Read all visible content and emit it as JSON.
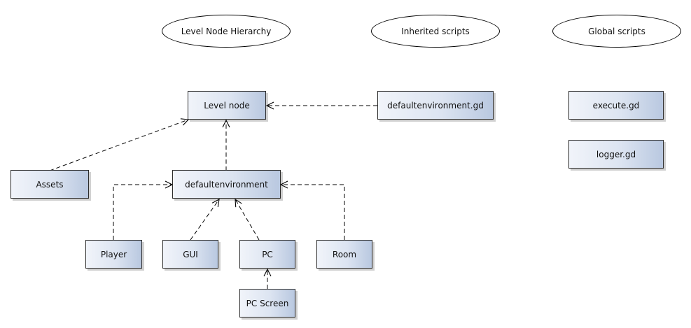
{
  "headers": {
    "level_hierarchy": "Level Node Hierarchy",
    "inherited": "Inherited scripts",
    "global": "Global scripts"
  },
  "nodes": {
    "level_node": "Level node",
    "defaultenv_gd": "defaultenvironment.gd",
    "execute_gd": "execute.gd",
    "logger_gd": "logger.gd",
    "assets": "Assets",
    "defaultenvironment": "defaultenvironment",
    "player": "Player",
    "gui": "GUI",
    "pc": "PC",
    "room": "Room",
    "pc_screen": "PC Screen"
  },
  "colors": {
    "box_light": "#f1f4fa",
    "box_dark": "#b9c8e0",
    "line": "#000000"
  }
}
